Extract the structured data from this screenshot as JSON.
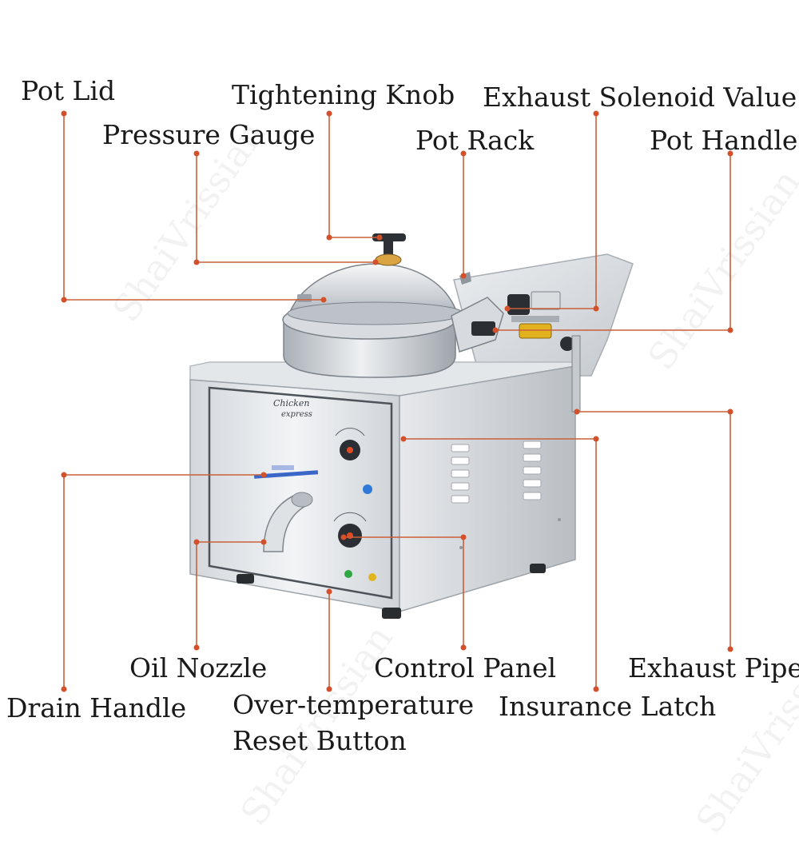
{
  "colors": {
    "leader": "#c9603a",
    "dot": "#d4502a",
    "text": "#1a1a1a",
    "steel_light": "#e9ecef",
    "steel_mid": "#c7ccd1",
    "steel_dark": "#8f969d"
  },
  "watermark": "ShaiVrissian",
  "labels": {
    "pot_lid": "Pot Lid",
    "tightening_knob": "Tightening Knob",
    "exhaust_solenoid_value": "Exhaust Solenoid Value",
    "pressure_gauge": "Pressure Gauge",
    "pot_rack": "Pot Rack",
    "pot_handle": "Pot Handle",
    "oil_nozzle": "Oil Nozzle",
    "control_panel": "Control Panel",
    "exhaust_pipe": "Exhaust Pipe",
    "drain_handle": "Drain Handle",
    "over_temperature_reset_button_line1": "Over-temperature",
    "over_temperature_reset_button_line2": "Reset Button",
    "insurance_latch": "Insurance Latch"
  },
  "panel_logo": {
    "line1": "Chicken",
    "line2": "express"
  }
}
